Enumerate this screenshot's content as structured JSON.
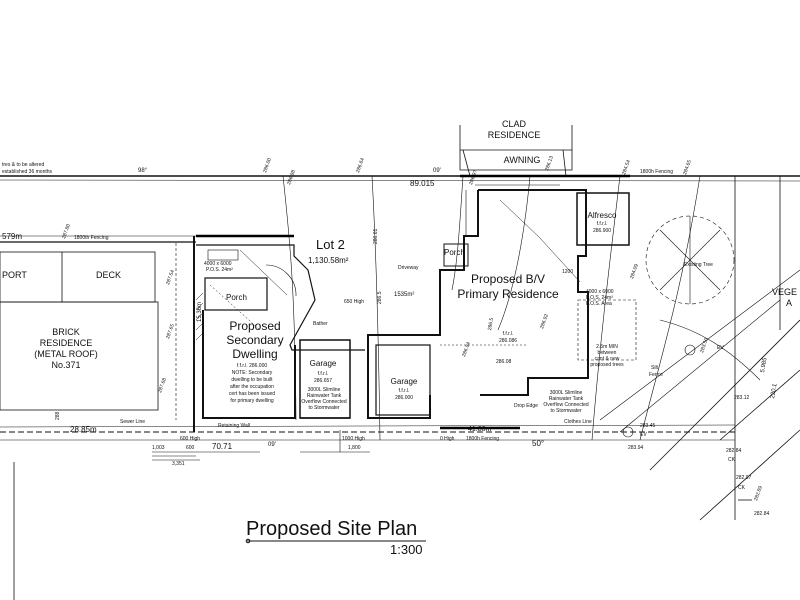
{
  "top_labels": {
    "clad_residence_l1": "CLAD",
    "clad_residence_l2": "RESIDENCE",
    "awning": "AWNING",
    "note_l1": "tres & to be altered",
    "note_l2": "established 36 months",
    "bearing_top_left": "98°",
    "bearing_top_mid": "09'",
    "fencing_top": "1800h Fencing"
  },
  "lot": {
    "name": "Lot 2",
    "area": "1,130.58m²",
    "driveway": "Driveway",
    "driveway_area": "1535m²",
    "frontage_top": "89.015",
    "frontage_bottom": "41.86m",
    "side_dim": "28.85m",
    "side_dim_top": "579m"
  },
  "neighbour": {
    "port": "PORT",
    "deck": "DECK",
    "brick_l1": "BRICK",
    "brick_l2": "RESIDENCE",
    "brick_l3": "(METAL ROOF)",
    "brick_l4": "No.371",
    "fencing": "1800th Fencing"
  },
  "secondary": {
    "title_l1": "Proposed",
    "title_l2": "Secondary",
    "title_l3": "Dwelling",
    "porch": "Porch",
    "ffrl": "f.f.r.l. 286.000",
    "note_l1": "NOTE: Secondary",
    "note_l2": "dwelling to be built",
    "note_l3": "after the occupation",
    "note_l4": "cert has been issued",
    "note_l5": "for primary dwelling",
    "pos_l1": "4000 x 6000",
    "pos_l2": "P.O.S. 24m²",
    "garage": "Garage",
    "garage_ffrl_l1": "f.f.r.l.",
    "garage_ffrl_l2": "286.657",
    "tank_l1": "3000L Slimline",
    "tank_l2": "Rainwater Tank",
    "tank_l3": "Overflow Connected",
    "tank_l4": "to Stormwater",
    "bather": "Bather",
    "high_650": "650 High",
    "side_dim": "15.36m"
  },
  "primary": {
    "title_l1": "Proposed B/V",
    "title_l2": "Primary Residence",
    "porch": "Porch",
    "alfresco": "Alfresco",
    "alfresco_ffrl_l1": "f.f.r.l.",
    "alfresco_ffrl_l2": "286.900",
    "ffrl_l1": "f.f.r.l.",
    "ffrl_l2": "286.086",
    "garage": "Garage",
    "garage_ffrl_l1": "f.f.r.l.",
    "garage_ffrl_l2": "286.000",
    "pos_l1": "4000 x 6000",
    "pos_l2": "P.O.S. 24m²",
    "pos_l3": "P.O.S. Area",
    "min_l1": "2.5m MIN",
    "min_l2": "between",
    "min_l3": "cant & new",
    "min_l4": "proposed trees",
    "tank_l1": "3000L Slimline",
    "tank_l2": "Rainwater Tank",
    "tank_l3": "Overflow Connected",
    "tank_l4": "to Stormwater",
    "silt_l1": "Silt",
    "silt_l2": "Fence",
    "existing_tree": "Existing Tree",
    "clothes_line": "Clothes Line",
    "drop_edge": "Drop Edge",
    "dim_1200": "1200"
  },
  "bottom_dims": {
    "d1": "1,003",
    "d2": "600",
    "d3": "3,351",
    "d4": "70.71",
    "d5": "09'",
    "d6": "1000 High",
    "d7": "1,800",
    "d8": "0 High",
    "d9": "50°",
    "d10": "1800h Fencing",
    "retaining": "Retaining Wall",
    "sewer": "Sewer Line",
    "high_600": "600 High"
  },
  "levels": [
    "286.00",
    "286.98",
    "286.64",
    "286.97",
    "286.13",
    "284.54",
    "284.65",
    "287.80",
    "287.54",
    "287.65",
    "287.68",
    "286.61",
    "286.5",
    "286.94",
    "286.5",
    "286.92",
    "284.09",
    "283.50",
    "283.45",
    "283.94",
    "283.12",
    "282.84",
    "282.97",
    "282.89",
    "282.84",
    "286.08",
    "288"
  ],
  "right_edge": {
    "veg_l1": "VEGE",
    "veg_l2": "A",
    "ev1": "EV",
    "ev2": "EV",
    "ck1": "CK",
    "ck2": "CK",
    "dim_r1": "5.985",
    "dim_r2": "220.1"
  },
  "footer": {
    "title": "Proposed Site Plan",
    "scale": "1:300"
  },
  "colors": {
    "line": "#111111",
    "fence": "#000000",
    "paper": "#ffffff"
  }
}
